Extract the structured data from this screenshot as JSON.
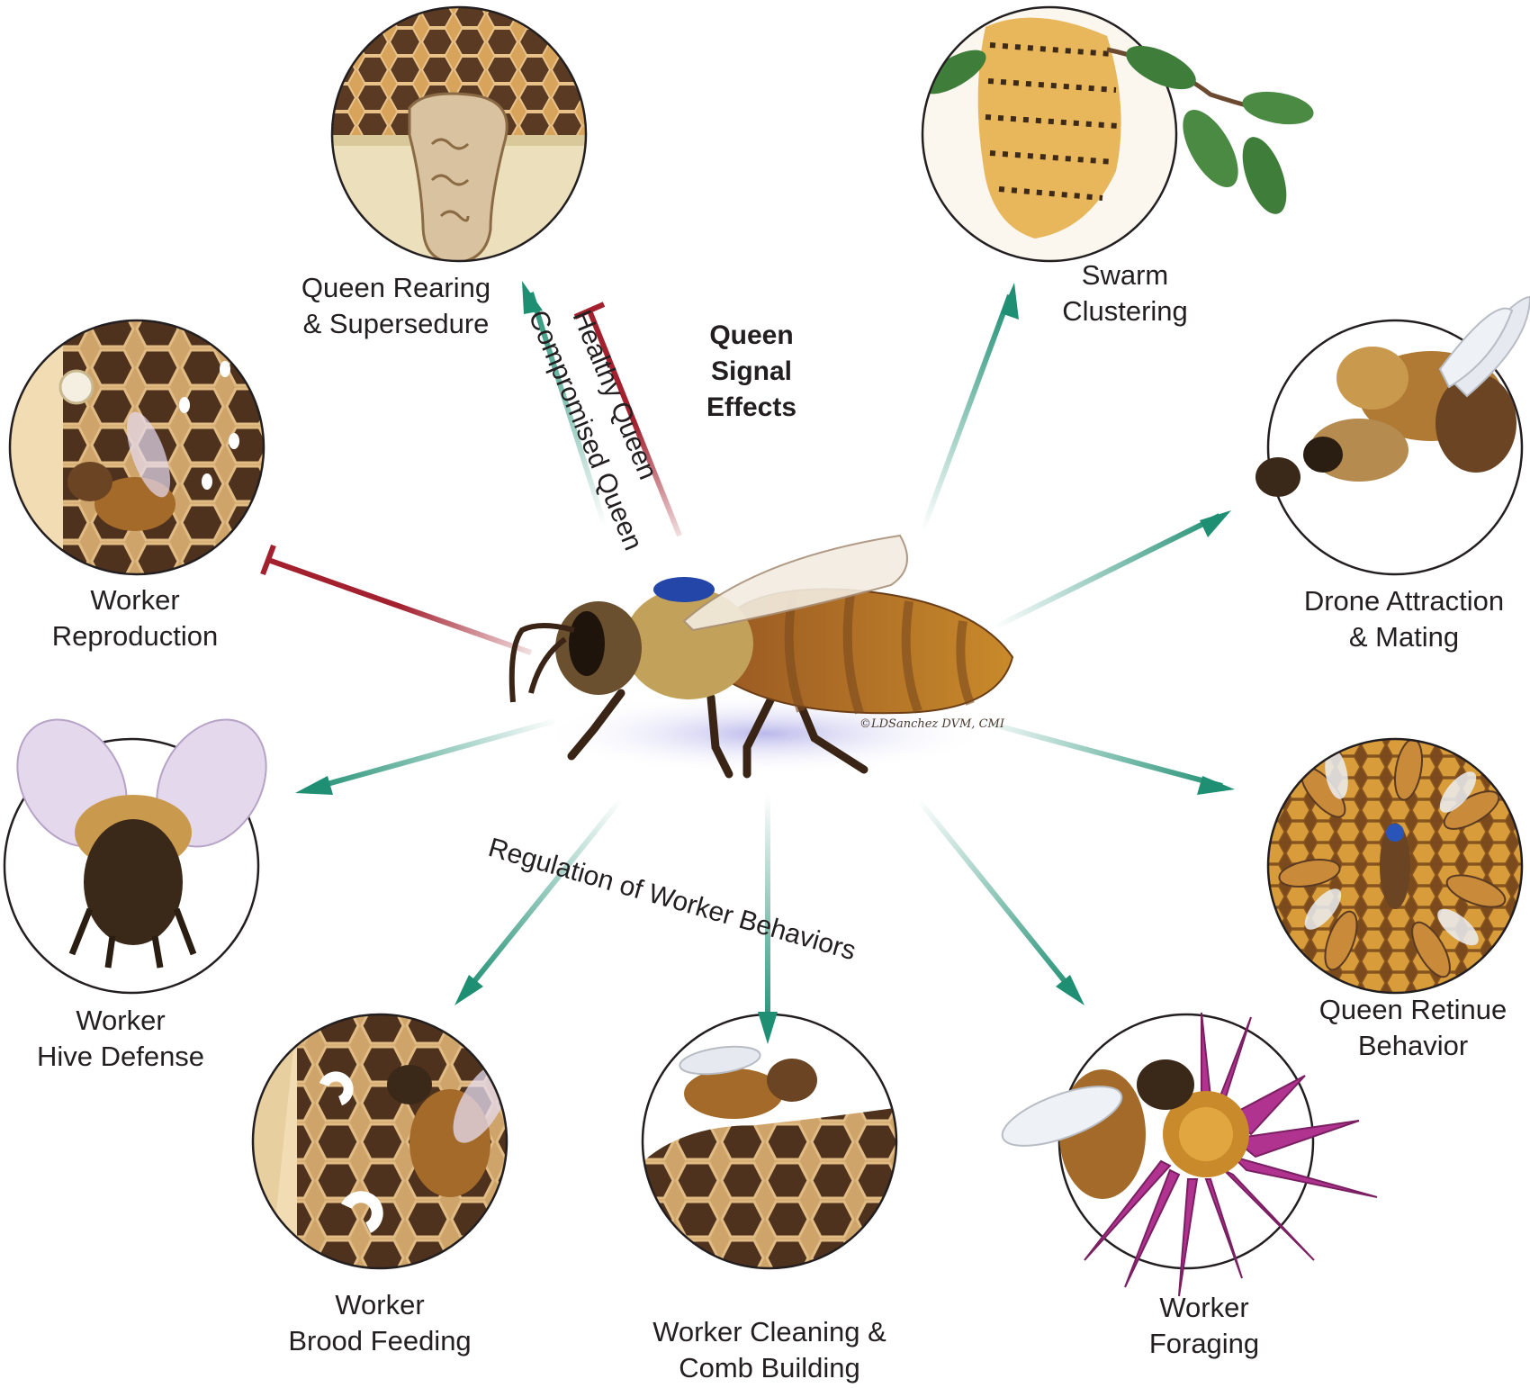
{
  "diagram": {
    "title": [
      "Queen",
      "Signal",
      "Effects"
    ],
    "arrow_labels": {
      "healthy_queen": "Healthy Queen",
      "compromised_queen": "Compromised Queen",
      "regulation": "Regulation of Worker Behaviors"
    },
    "nodes": [
      {
        "id": "queen-rearing",
        "label": [
          "Queen Rearing",
          "& Supersedure"
        ],
        "effect": "stimulate-and-inhibit"
      },
      {
        "id": "swarm-clustering",
        "label": [
          "Swarm",
          "Clustering"
        ],
        "effect": "stimulate"
      },
      {
        "id": "drone-attraction",
        "label": [
          "Drone Attraction",
          "& Mating"
        ],
        "effect": "stimulate"
      },
      {
        "id": "queen-retinue",
        "label": [
          "Queen Retinue",
          "Behavior"
        ],
        "effect": "stimulate"
      },
      {
        "id": "worker-foraging",
        "label": [
          "Worker",
          "Foraging"
        ],
        "effect": "stimulate"
      },
      {
        "id": "worker-cleaning",
        "label": [
          "Worker Cleaning &",
          "Comb Building"
        ],
        "effect": "stimulate"
      },
      {
        "id": "worker-brood-feeding",
        "label": [
          "Worker",
          "Brood Feeding"
        ],
        "effect": "stimulate"
      },
      {
        "id": "worker-hive-defense",
        "label": [
          "Worker",
          "Hive Defense"
        ],
        "effect": "stimulate"
      },
      {
        "id": "worker-reproduction",
        "label": [
          "Worker",
          "Reproduction"
        ],
        "effect": "inhibit"
      }
    ],
    "signature": "©LDSanchez DVM, CMI",
    "colors": {
      "stimulate": "#1f8f73",
      "inhibit": "#a3202e",
      "honey": "#c98a2b",
      "comb_dark": "#5a3a22",
      "petal": "#b0338f",
      "leaf": "#3f7d3a"
    }
  }
}
